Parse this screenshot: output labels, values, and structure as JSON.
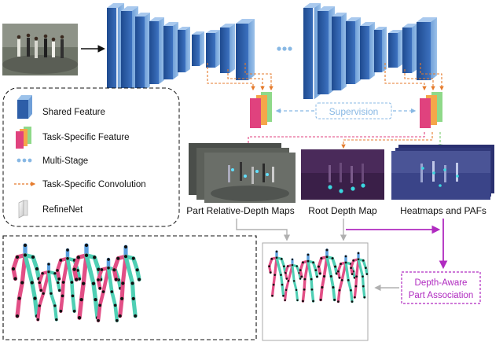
{
  "legend": {
    "items": [
      {
        "key": "shared",
        "label": "Shared Feature"
      },
      {
        "key": "task",
        "label": "Task-Specific Feature"
      },
      {
        "key": "multistage",
        "label": "Multi-Stage"
      },
      {
        "key": "conv",
        "label": "Task-Specific Convolution"
      },
      {
        "key": "refinenet",
        "label": "RefineNet"
      }
    ]
  },
  "labels": {
    "supervision": "Supervision",
    "part_depth": "Part Relative-Depth  Maps",
    "root_depth": "Root Depth  Map",
    "heatmaps": "Heatmaps  and PAFs",
    "assoc_line1": "Depth-Aware",
    "assoc_line2": "Part Association",
    "ellipsis": "•••"
  },
  "colors": {
    "shared_blue": "#2d5ea8",
    "task_pink": "#e0427e",
    "task_orange": "#f5a64a",
    "task_green": "#8fd989",
    "conv_orange": "#e57b2c",
    "supervision_blue": "#88b8e4",
    "purple": "#b02bc0",
    "limb_pink": "#e24f86",
    "limb_cyan": "#4fcfb4",
    "limb_blue": "#5aa0e0"
  }
}
